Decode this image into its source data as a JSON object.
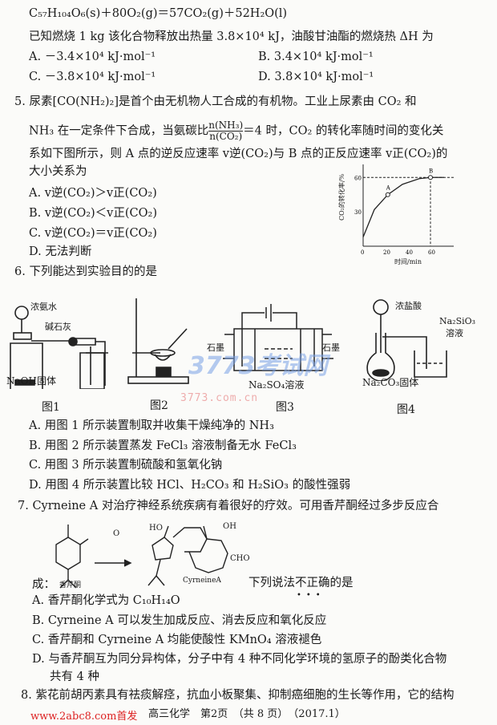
{
  "q4": {
    "equation": "C₅₇H₁₀₄O₆(s)＋80O₂(g)＝57CO₂(g)＋52H₂O(l)",
    "stem": "已知燃烧 1 kg 该化合物释放出热量 3.8×10⁴ kJ，油酸甘油酯的燃烧热 ΔH 为",
    "options": [
      "A. －3.4×10⁴ kJ·mol⁻¹",
      "B. 3.4×10⁴ kJ·mol⁻¹",
      "C. －3.8×10⁴ kJ·mol⁻¹",
      "D. 3.8×10⁴ kJ·mol⁻¹"
    ]
  },
  "q5": {
    "line1": "5. 尿素[CO(NH₂)₂]是首个由无机物人工合成的有机物。工业上尿素由 CO₂ 和",
    "line2_pre": "NH₃ 在一定条件下合成，当氨碳比",
    "frac_num": "n(NH₃)",
    "frac_den": "n(CO₂)",
    "line2_post": "＝4 时，CO₂ 的转化率随时间的变化关",
    "line3": "系如下图所示，则 A 点的逆反应速率 v逆(CO₂)与 B 点的正反应速率 v正(CO₂)的",
    "line4": "大小关系为",
    "options": [
      "A. v逆(CO₂)＞v正(CO₂)",
      "B. v逆(CO₂)＜v正(CO₂)",
      "C. v逆(CO₂)＝v正(CO₂)",
      "D. 无法判断"
    ],
    "chart_data": {
      "type": "line",
      "xlabel": "时间/min",
      "ylabel": "CO₂的转化率/%",
      "x_ticks": [
        "0",
        "20",
        "40",
        "60"
      ],
      "y_ticks": [
        "30",
        "60"
      ],
      "xlim": [
        0,
        75
      ],
      "ylim": [
        0,
        70
      ],
      "points": [
        {
          "label": "A",
          "x": 22,
          "y": 45
        },
        {
          "label": "B",
          "x": 60,
          "y": 60
        }
      ],
      "curve": [
        [
          0,
          8
        ],
        [
          10,
          32
        ],
        [
          22,
          45
        ],
        [
          35,
          54
        ],
        [
          50,
          59
        ],
        [
          60,
          60
        ],
        [
          72,
          60
        ]
      ]
    }
  },
  "q6": {
    "stem": "6. 下列能达到实验目的的是",
    "fig1": {
      "caption": "图1",
      "labels": [
        "浓氨水",
        "碱石灰",
        "NaOH固体"
      ]
    },
    "fig2": {
      "caption": "图2"
    },
    "fig3": {
      "caption": "图3",
      "labels": [
        "石墨",
        "石墨",
        "Na₂SO₄溶液"
      ]
    },
    "fig4": {
      "caption": "图4",
      "labels": [
        "浓盐酸",
        "Na₂SiO₃",
        "溶液",
        "Na₂CO₃固体"
      ]
    },
    "options": [
      "A. 用图 1 所示装置制取并收集干燥纯净的 NH₃",
      "B. 用图 2 所示装置蒸发 FeCl₃ 溶液制备无水 FeCl₃",
      "C. 用图 3 所示装置制硫酸和氢氧化钠",
      "D. 用图 4 所示装置比较 HCl、H₂CO₃ 和 H₂SiO₃ 的酸性强弱"
    ]
  },
  "q7": {
    "line1": "7. Cyrneine A 对治疗神经系统疾病有着很好的疗效。可用香芹酮经过多步反应合",
    "line2": "成：",
    "mol1_label": "香芹酮",
    "mol2_label": "CyrneineA",
    "mol_groups": [
      "O",
      "HO",
      "OH",
      "CHO"
    ],
    "line2_post": "下列说法不正确的是",
    "options": [
      "A. 香芹酮化学式为 C₁₀H₁₄O",
      "B. Cyrneine A 可以发生加成反应、消去反应和氧化反应",
      "C. 香芹酮和 Cyrneine A 均能使酸性 KMnO₄ 溶液褪色",
      "D. 与香芹酮互为同分异构体，分子中有 4 种不同化学环境的氢原子的酚类化合物"
    ],
    "option_d_cont": "共有 4 种"
  },
  "q8": {
    "line1": "8. 紫花前胡丙素具有祛痰解痉，抗血小板聚集、抑制癌细胞的生长等作用，它的结构"
  },
  "footer": {
    "text": "高三化学　第2页　（共 8 页）　（2017.1）",
    "watermark": "www.2abc8.com首发"
  },
  "watermarks": {
    "main": "3773考试网",
    "sub": "3773.com.cn"
  }
}
